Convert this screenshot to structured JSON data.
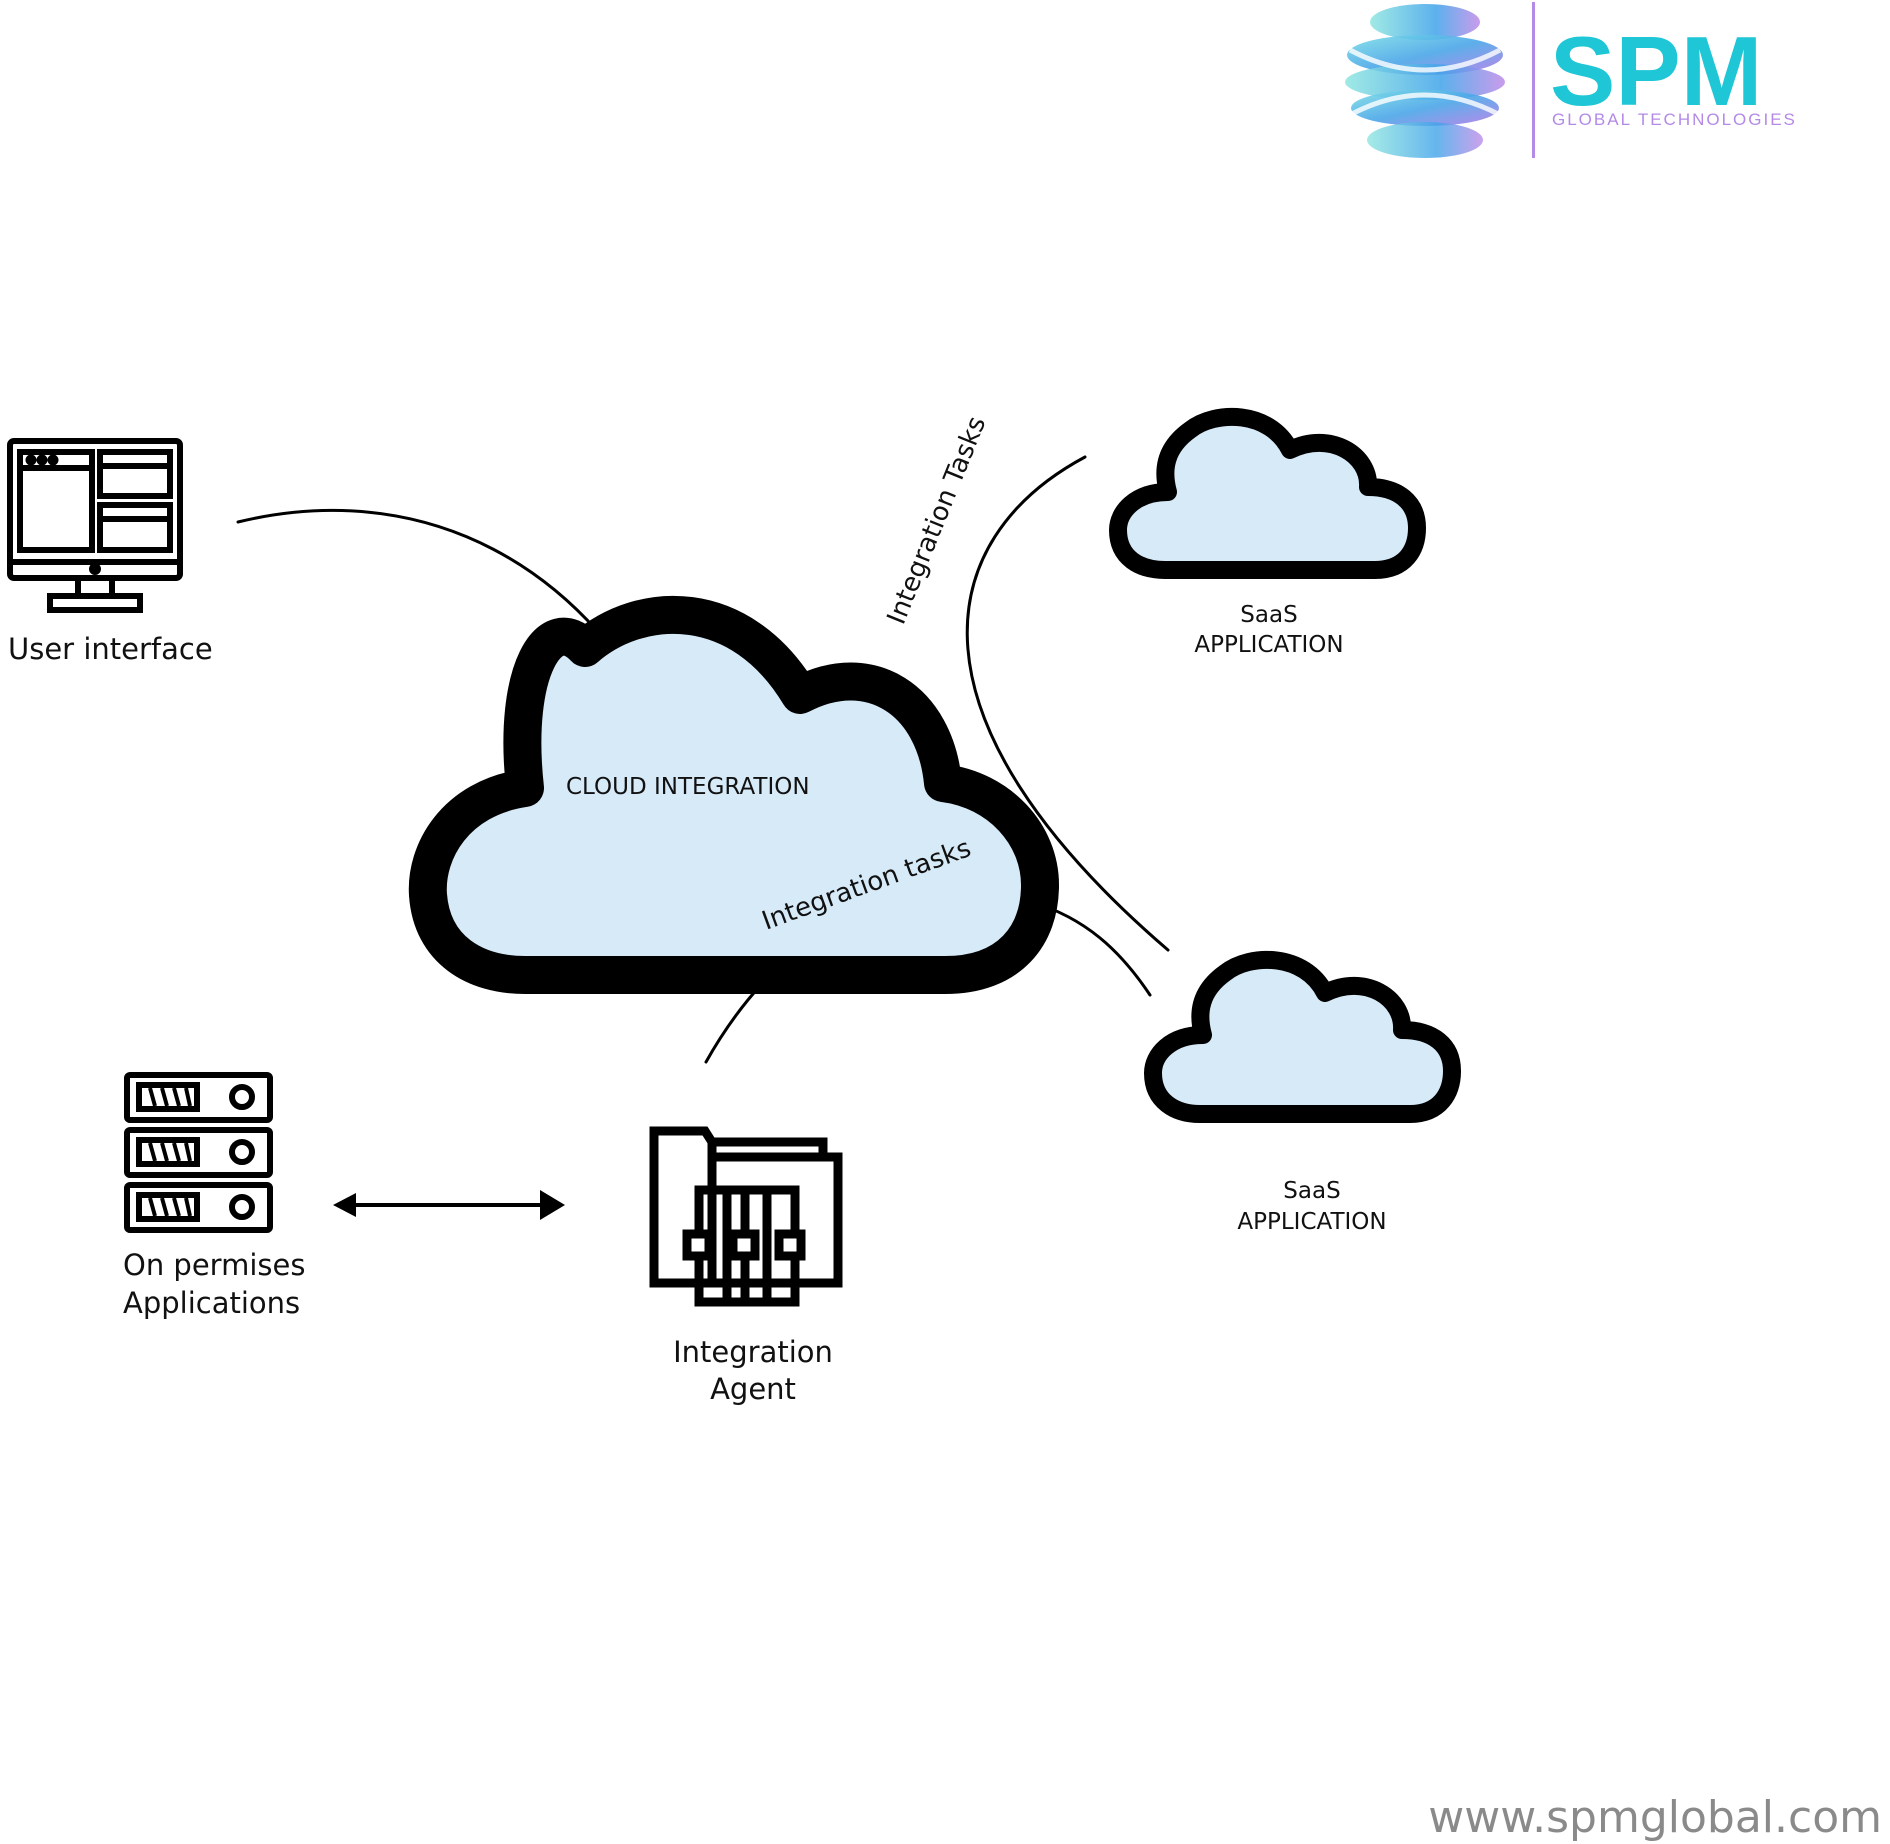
{
  "logo": {
    "brand": "SPM",
    "tagline": "GLOBAL TECHNOLOGIES"
  },
  "nodes": {
    "user_interface": "User interface",
    "cloud_integration": "CLOUD INTEGRATION",
    "saas_top_line1": "SaaS",
    "saas_top_line2": "APPLICATION",
    "saas_bottom_line1": "SaaS",
    "saas_bottom_line2": "APPLICATION",
    "on_prem_line1": "On permises",
    "on_prem_line2": "Applications",
    "agent_line1": "Integration",
    "agent_line2": "Agent"
  },
  "edges": {
    "integration_tasks_upper": "Integration Tasks",
    "integration_tasks_lower": "Integration tasks"
  },
  "footer": {
    "website": "www.spmglobal.com"
  },
  "colors": {
    "cloud_fill": "#d6eaf8",
    "outline": "#000000",
    "brand_teal": "#1fc6d6",
    "brand_purple": "#b48ae6",
    "website_gray": "#8a8a8a"
  }
}
